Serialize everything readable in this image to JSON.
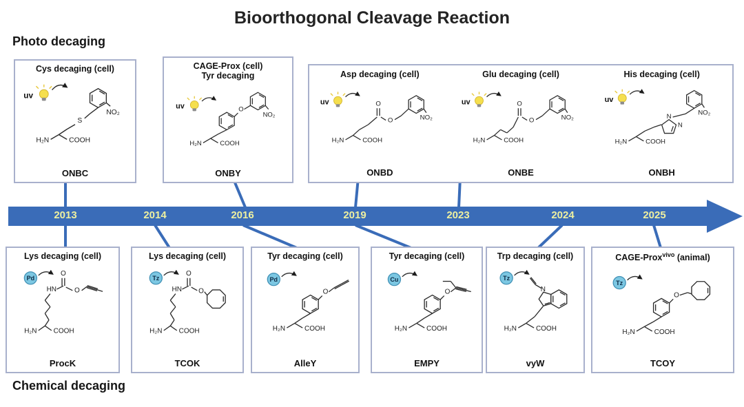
{
  "title": "Bioorthogonal Cleavage Reaction",
  "sections": {
    "photo": "Photo decaging",
    "chemical": "Chemical decaging"
  },
  "timeline": {
    "years": [
      "2013",
      "2014",
      "2016",
      "2019",
      "2023",
      "2024",
      "2025"
    ]
  },
  "photo": {
    "onbc": {
      "title": "Cys decaging (cell)",
      "trigger": "uv",
      "name": "ONBC",
      "labels": {
        "amine": "H₂N",
        "acid": "COOH",
        "nitro": "NO₂",
        "sulfur": "S"
      }
    },
    "onby": {
      "title1": "CAGE-Prox (cell)",
      "title2": "Tyr decaging",
      "trigger": "uv",
      "name": "ONBY",
      "labels": {
        "amine": "H₂N",
        "acid": "COOH",
        "nitro": "NO₂",
        "ether": "O"
      }
    },
    "onbd": {
      "title": "Asp decaging (cell)",
      "trigger": "uv",
      "name": "ONBD",
      "labels": {
        "amine": "H₂N",
        "acid": "COOH",
        "nitro": "NO₂",
        "carbonyl": "O",
        "ester": "O"
      }
    },
    "onbe": {
      "title": "Glu decaging (cell)",
      "trigger": "uv",
      "name": "ONBE",
      "labels": {
        "amine": "H₂N",
        "acid": "COOH",
        "nitro": "NO₂",
        "carbonyl": "O",
        "ester": "O"
      }
    },
    "onbh": {
      "title": "His decaging (cell)",
      "trigger": "uv",
      "name": "ONBH",
      "labels": {
        "amine": "H₂N",
        "acid": "COOH",
        "nitro": "NO₂",
        "n1": "N",
        "n2": "N"
      }
    }
  },
  "chemical": {
    "prock": {
      "title": "Lys decaging (cell)",
      "trigger": "Pd",
      "name": "ProcK",
      "labels": {
        "amine": "H₂N",
        "acid": "COOH",
        "nh": "HN",
        "carbonyl": "O",
        "ester": "O"
      }
    },
    "tcok": {
      "title": "Lys decaging (cell)",
      "trigger": "Tz",
      "name": "TCOK",
      "labels": {
        "amine": "H₂N",
        "acid": "COOH",
        "nh": "HN",
        "carbonyl": "O",
        "ester": "O"
      }
    },
    "alley": {
      "title": "Tyr decaging (cell)",
      "trigger": "Pd",
      "name": "AlleY",
      "labels": {
        "amine": "H₂N",
        "acid": "COOH",
        "ether": "O"
      }
    },
    "empy": {
      "title": "Tyr decaging (cell)",
      "trigger": "Cu",
      "name": "EMPY",
      "labels": {
        "amine": "H₂N",
        "acid": "COOH",
        "ether": "O"
      }
    },
    "vyw": {
      "title": "Trp decaging (cell)",
      "trigger": "Tz",
      "name": "vyW",
      "labels": {
        "amine": "H₂N",
        "acid": "COOH",
        "n": "N"
      }
    },
    "tcoy": {
      "title_pre": "CAGE-Prox",
      "title_sup": "vivo",
      "title_post": " (animal)",
      "trigger": "Tz",
      "name": "TCOY",
      "labels": {
        "amine": "H₂N",
        "acid": "COOH",
        "ether": "O"
      }
    }
  },
  "colors": {
    "timeline_blue": "#3a6cb8",
    "year_text": "#eef0a0",
    "box_border": "#a8b0cc",
    "catalyst_fill": "#7cc7e2",
    "bulb_yellow": "#f5df4e"
  }
}
